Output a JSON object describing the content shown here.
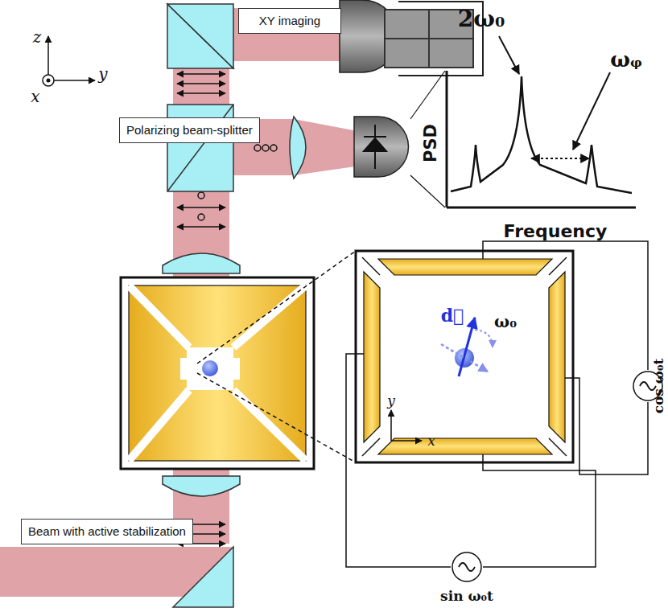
{
  "diagram": {
    "nodes": [
      {
        "text": [
          "XY imaging"
        ]
      },
      {
        "text": [
          "Polarizing beam-splitter"
        ]
      },
      {
        "text": [
          "Beam with active stabilization"
        ]
      }
    ],
    "labels": [
      "z",
      "y",
      "x",
      "2ω₀",
      "ωᵩ",
      "PSD",
      "Frequency",
      "d⃗",
      "ω₀",
      "y",
      "x",
      "cos ω₀t",
      "sin ω₀t"
    ]
  }
}
